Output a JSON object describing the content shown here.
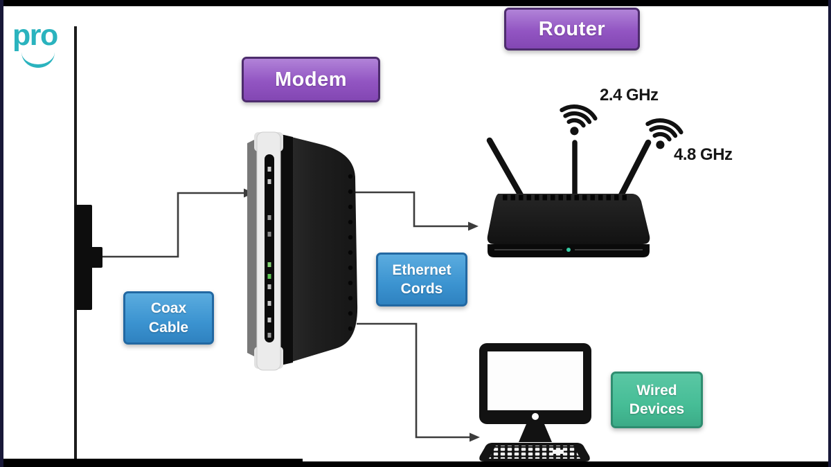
{
  "logo": {
    "text": "pro"
  },
  "nodes": {
    "modem_label": "Modem",
    "router_label": "Router",
    "coax_label": {
      "line1": "Coax",
      "line2": "Cable"
    },
    "ethernet_label": {
      "line1": "Ethernet",
      "line2": "Cords"
    },
    "wired_label": {
      "line1": "Wired",
      "line2": "Devices"
    },
    "band_24": "2.4 GHz",
    "band_48": "4.8 GHz"
  },
  "diagram": {
    "connections": [
      "wall-outlet to modem (coax cable)",
      "modem to router (ethernet cord)",
      "modem to wired computer (ethernet cord)"
    ]
  },
  "colors": {
    "brand": "#2ab3be",
    "purple": "#9255c2",
    "blue": "#3b93d0",
    "green": "#46bd96",
    "line": "#3c3c3c",
    "led": "#36c9a2",
    "device": "#1d1d1d"
  }
}
